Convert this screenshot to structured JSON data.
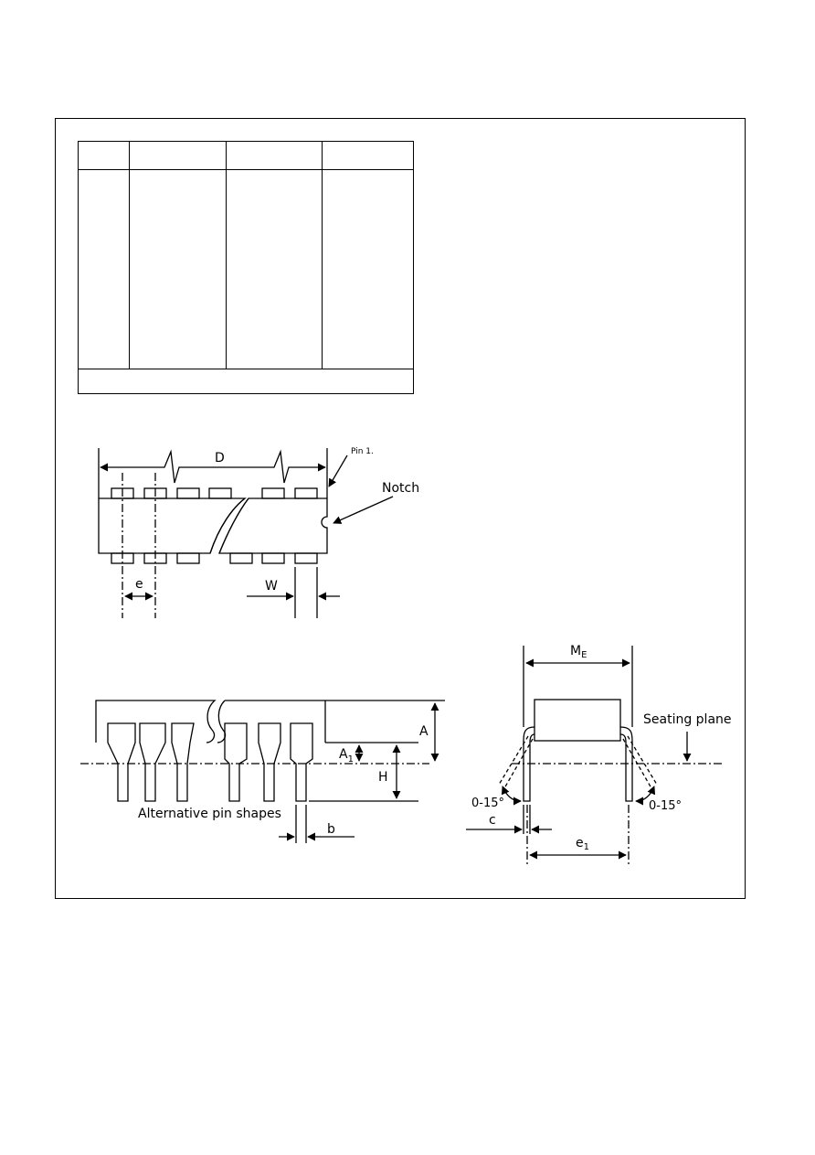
{
  "labels": {
    "D": "D",
    "pin1": "Pin 1.",
    "notch": "Notch",
    "e": "e",
    "W": "W",
    "A": "A",
    "A1_main": "A",
    "A1_sub": "1",
    "H": "H",
    "b": "b",
    "alt_pins": "Alternative pin shapes",
    "ME_main": "M",
    "ME_sub": "E",
    "seating": "Seating plane",
    "angle_left": "0-15°",
    "angle_right": "0-15°",
    "c": "c",
    "e1_main": "e",
    "e1_sub": "1"
  },
  "colors": {
    "line": "#000000",
    "background": "#ffffff"
  }
}
